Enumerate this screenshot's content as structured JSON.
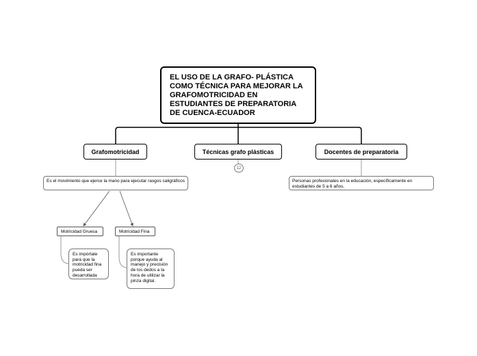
{
  "root": {
    "title": "EL USO DE LA GRAFO- PLÁSTICA COMO TÉCNICA PARA MEJORAR LA GRAFOMOTRICIDAD EN ESTUDIANTES DE PREPARATORIA DE CUENCA-ECUADOR"
  },
  "branches": {
    "grafomotricidad": "Grafomotricidad",
    "tecnicas": "Técnicas grafo plásticas",
    "docentes": "Docentes de preparatoria"
  },
  "tecnicas_badge": "12",
  "grafomotricidad_desc": "Es el movimiento que ejerce la mano para ejecutar rasgos caligráficos",
  "docentes_desc": "Personas profesionales en la educación, específicamente en estudiantes de 5 a 6 años.",
  "motricidad": {
    "gruesa": "Motricidad Gruesa",
    "fina": "Motricidad Fina",
    "gruesa_note": "Es impórtate para que la motricidad fina pueda ser desarrollada",
    "fina_note": "Es importante porque ayuda al manejo y precisión de los dedos a la hora de utilizar la pinza digital."
  }
}
